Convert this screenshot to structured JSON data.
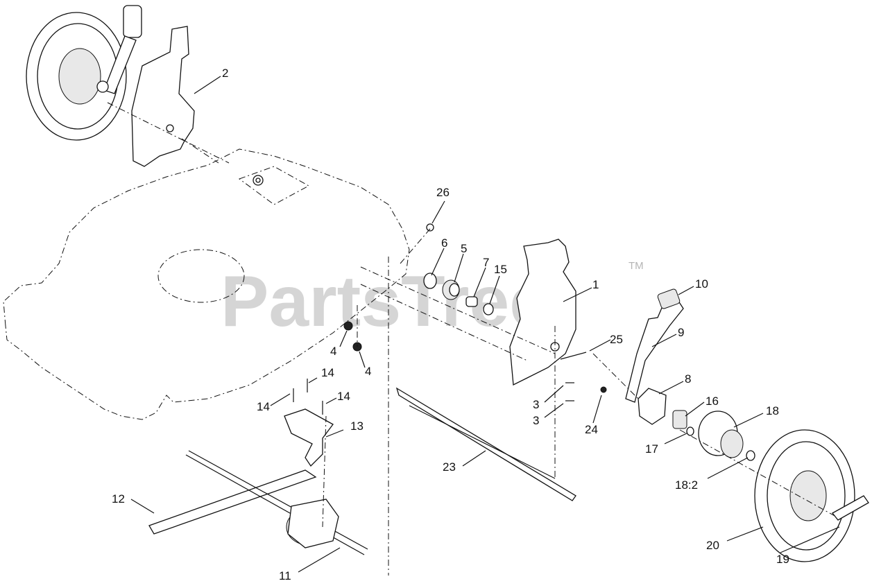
{
  "watermark": {
    "text": "PartsTree",
    "trademark": "TM"
  },
  "callouts": [
    {
      "text": "1"
    },
    {
      "text": "2"
    },
    {
      "text": "3"
    },
    {
      "text": "3"
    },
    {
      "text": "4"
    },
    {
      "text": "4"
    },
    {
      "text": "5"
    },
    {
      "text": "6"
    },
    {
      "text": "7"
    },
    {
      "text": "8"
    },
    {
      "text": "9"
    },
    {
      "text": "10"
    },
    {
      "text": "11"
    },
    {
      "text": "12"
    },
    {
      "text": "13"
    },
    {
      "text": "14"
    },
    {
      "text": "14"
    },
    {
      "text": "14"
    },
    {
      "text": "15"
    },
    {
      "text": "16"
    },
    {
      "text": "17"
    },
    {
      "text": "18"
    },
    {
      "text": "18:2"
    },
    {
      "text": "19"
    },
    {
      "text": "20"
    },
    {
      "text": "23"
    },
    {
      "text": "24"
    },
    {
      "text": "25"
    },
    {
      "text": "26"
    }
  ]
}
